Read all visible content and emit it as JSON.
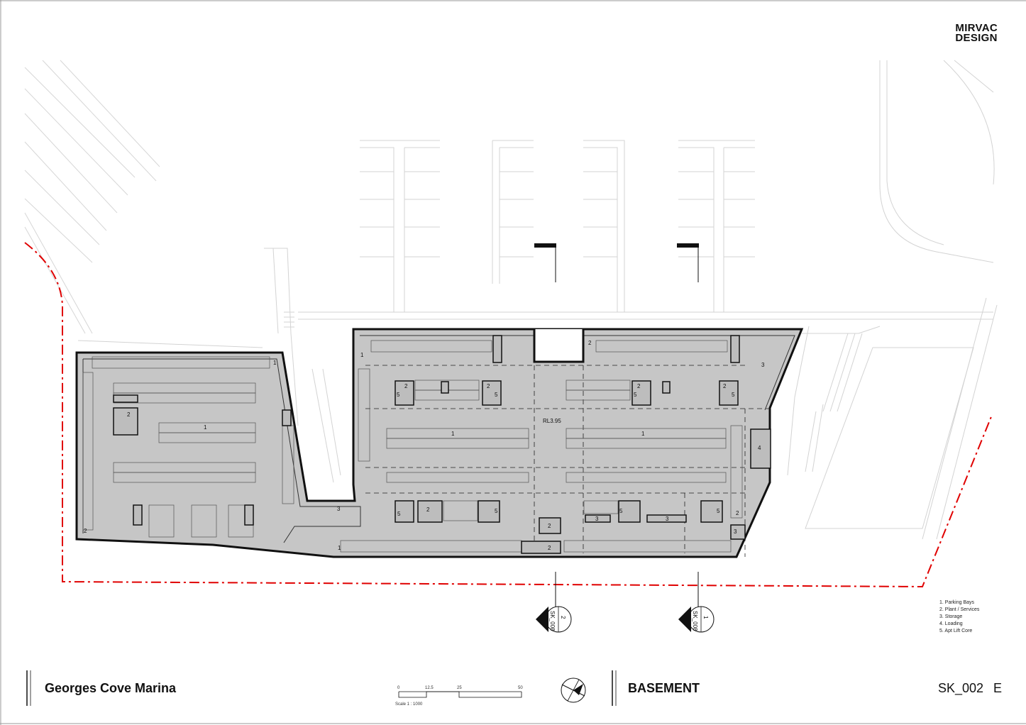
{
  "brand": {
    "line1": "MIRVAC",
    "line2": "DESIGN"
  },
  "title_block": {
    "project": "Georges Cove Marina",
    "drawing_title": "BASEMENT",
    "drawing_number": "SK_002",
    "revision": "E"
  },
  "scale_bar": {
    "ticks": [
      "0",
      "12.5",
      "25",
      "50"
    ],
    "caption": "Scale  1 : 1000"
  },
  "legend": [
    "1. Parking Bays",
    "2. Plant / Services",
    "3. Storage",
    "4. Loading",
    "5. Apt Lift Core"
  ],
  "level_label": "RL3.95",
  "section_markers": [
    {
      "sheet": "SK_008",
      "number": "2"
    },
    {
      "sheet": "SK_008",
      "number": "1"
    }
  ],
  "zone_labels": {
    "parking": "1",
    "plant": "2",
    "storage": "3",
    "loading": "4",
    "lift": "5"
  },
  "colors": {
    "basement_fill": "#c6c6c6",
    "outline": "#111111",
    "site_boundary": "#e00000",
    "context_lines": "#cfcfcf"
  }
}
